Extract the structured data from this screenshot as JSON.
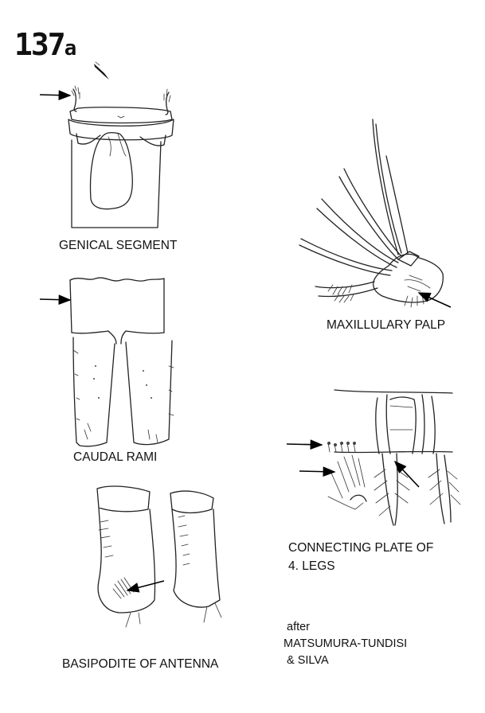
{
  "plate": {
    "number": "137",
    "suffix": "a"
  },
  "labels": {
    "genical": "GENICAL SEGMENT",
    "maxillulary": "MAXILLULARY PALP",
    "caudal": "CAUDAL RAMI",
    "connecting_1": "CONNECTING PLATE OF",
    "connecting_2": "4. LEGS",
    "basipodite": "BASIPODITE OF ANTENNA"
  },
  "credit": {
    "line1": "after",
    "line2": "MATSUMURA-TUNDISI",
    "line3": "& SILVA"
  }
}
